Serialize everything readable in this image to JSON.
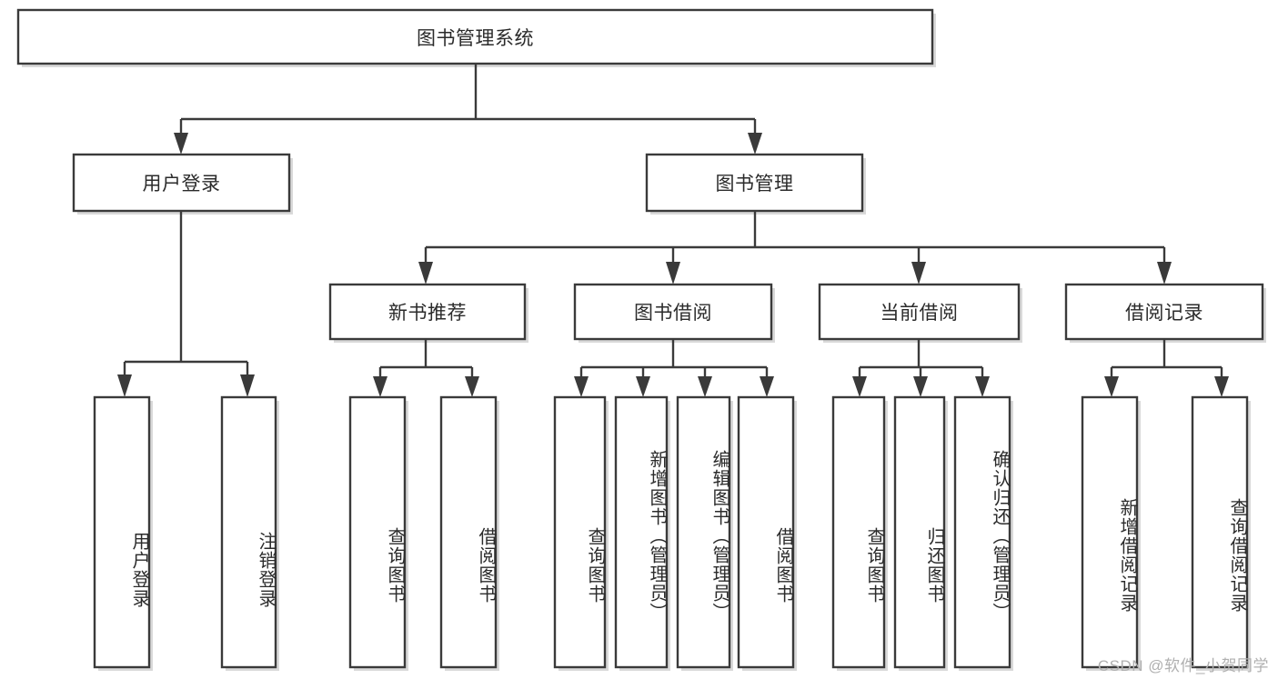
{
  "diagram": {
    "type": "tree-hierarchy",
    "title": "图书管理系统",
    "watermark": "CSDN @软件_小贺同学",
    "colors": {
      "stroke": "#3a3a3a",
      "fill": "#ffffff",
      "text": "#2b2b2b",
      "watermark": "#b0b0b0",
      "background": "#ffffff"
    },
    "levels": {
      "root": {
        "label": "图书管理系统"
      },
      "level2": [
        {
          "id": "user-login",
          "label": "用户登录"
        },
        {
          "id": "book-management",
          "label": "图书管理"
        }
      ],
      "level3": [
        {
          "id": "new-book-recommend",
          "label": "新书推荐",
          "parent": "book-management"
        },
        {
          "id": "book-borrow",
          "label": "图书借阅",
          "parent": "book-management"
        },
        {
          "id": "current-borrow",
          "label": "当前借阅",
          "parent": "book-management"
        },
        {
          "id": "borrow-record",
          "label": "借阅记录",
          "parent": "book-management"
        }
      ],
      "leaves": [
        {
          "id": "leaf-user-login",
          "label": "用户登录",
          "parent": "user-login"
        },
        {
          "id": "leaf-logout-login",
          "label": "注销登录",
          "parent": "user-login"
        },
        {
          "id": "leaf-query-book-1",
          "label": "查询图书",
          "parent": "new-book-recommend"
        },
        {
          "id": "leaf-borrow-book-1",
          "label": "借阅图书",
          "parent": "new-book-recommend"
        },
        {
          "id": "leaf-query-book-2",
          "label": "查询图书",
          "parent": "book-borrow"
        },
        {
          "id": "leaf-add-book",
          "label": "新增图书（管理员）",
          "parent": "book-borrow"
        },
        {
          "id": "leaf-edit-book",
          "label": "编辑图书（管理员）",
          "parent": "book-borrow"
        },
        {
          "id": "leaf-borrow-book-2",
          "label": "借阅图书",
          "parent": "book-borrow"
        },
        {
          "id": "leaf-query-book-3",
          "label": "查询图书",
          "parent": "current-borrow"
        },
        {
          "id": "leaf-return-book",
          "label": "归还图书",
          "parent": "current-borrow"
        },
        {
          "id": "leaf-confirm-return",
          "label": "确认归还（管理员）",
          "parent": "current-borrow"
        },
        {
          "id": "leaf-add-record",
          "label": "新增借阅记录",
          "parent": "borrow-record"
        },
        {
          "id": "leaf-query-record",
          "label": "查询借阅记录",
          "parent": "borrow-record"
        }
      ]
    }
  }
}
